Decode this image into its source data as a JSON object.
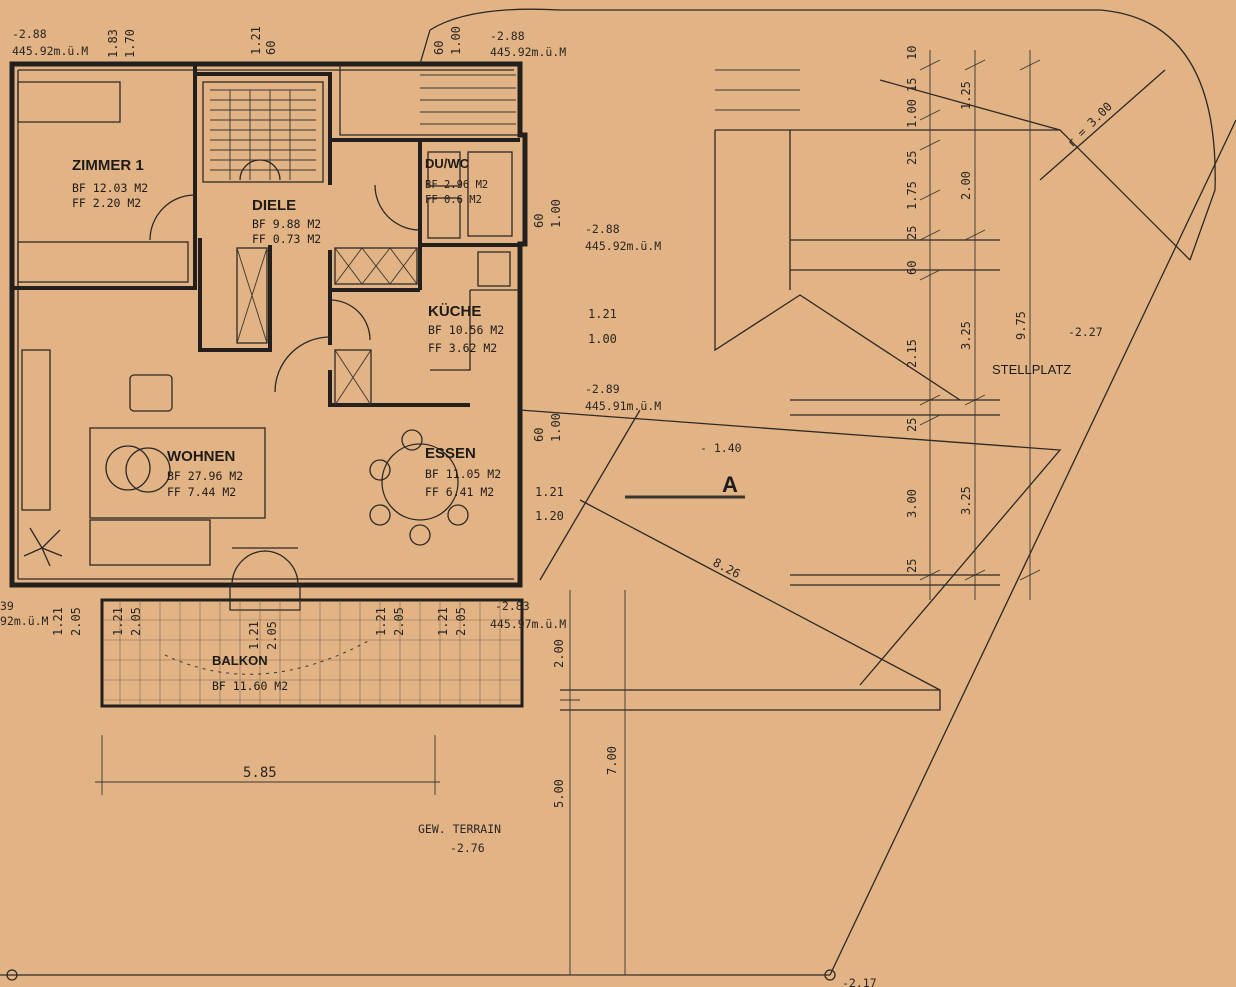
{
  "rooms": {
    "zimmer1": {
      "name": "ZIMMER 1",
      "bf": "BF 12.03 M2",
      "ff": "FF  2.20 M2"
    },
    "diele": {
      "name": "DIELE",
      "bf": "BF  9.88 M2",
      "ff": "FF  0.73 M2"
    },
    "duwc": {
      "name": "DU/WC",
      "bf": "BF 2.96 M2",
      "ff": "FF 0.6 M2"
    },
    "kueche": {
      "name": "KÜCHE",
      "bf": "BF 10.56 M2",
      "ff": "FF  3.62 M2"
    },
    "wohnen": {
      "name": "WOHNEN",
      "bf": "BF 27.96 M2",
      "ff": "FF  7.44 M2"
    },
    "essen": {
      "name": "ESSEN",
      "bf": "BF 11.05 M2",
      "ff": "FF  6.41 M2"
    },
    "balkon": {
      "name": "BALKON",
      "bf": "BF  11.60 M2"
    }
  },
  "levels": {
    "top_left": {
      "a": "-2.88",
      "b": "445.92m.ü.M"
    },
    "top_mid": {
      "a": "-2.88",
      "b": "445.92m.ü.M"
    },
    "kitchen_right_top": {
      "a": "-2.88",
      "b": "445.92m.ü.M"
    },
    "kitchen_right_bottom": {
      "a": "-2.89",
      "b": "445.91m.ü.M"
    },
    "balcony": {
      "a": "-2.83",
      "b": "445.97m.ü.M"
    },
    "left_edge": {
      "a": "39",
      "b": "92m.ü.M"
    },
    "yard": "- 1.40",
    "stellplatz": "-2.27",
    "terrain_label": "GEW. TERRAIN",
    "terrain_value": "-2.76",
    "bottom_right": "-2.17"
  },
  "labels": {
    "stellplatz": "STELLPLATZ",
    "section": "A",
    "radius": "r = 3.00"
  },
  "dimensions": {
    "window_top_1": {
      "a": "1.83",
      "b": "1.70"
    },
    "window_top_2": {
      "a": "1.21",
      "b": "60"
    },
    "window_top_3": {
      "a": "60",
      "b": "1.00"
    },
    "window_wc": {
      "a": "60",
      "b": "1.00"
    },
    "window_kitchen": {
      "a": "1.21",
      "b": "1.00"
    },
    "window_essen": {
      "a": "60",
      "b": "1.00"
    },
    "window_essen_side": {
      "a": "1.21",
      "b": "1.20"
    },
    "balcony_1": {
      "a": "1.21",
      "b": "2.05"
    },
    "balcony_2": {
      "a": "1.21",
      "b": "2.05"
    },
    "balcony_3": {
      "a": "1.21",
      "b": "2.05"
    },
    "balcony_4": {
      "a": "1.21",
      "b": "2.05"
    },
    "balcony_5": {
      "a": "1.21",
      "b": "2.05"
    },
    "width_bottom": "5.85",
    "diag": "8.26",
    "vert_200": "2.00",
    "vert_700": "7.00",
    "vert_500": "5.00",
    "chain_inner": [
      "10",
      "15",
      "1.00",
      "25",
      "1.75",
      "25",
      "60",
      "2.15",
      "25",
      "3.00",
      "25"
    ],
    "chain_mid": [
      "1.25",
      "2.00",
      "3.25",
      "3.25"
    ],
    "chain_outer": "9.75"
  }
}
